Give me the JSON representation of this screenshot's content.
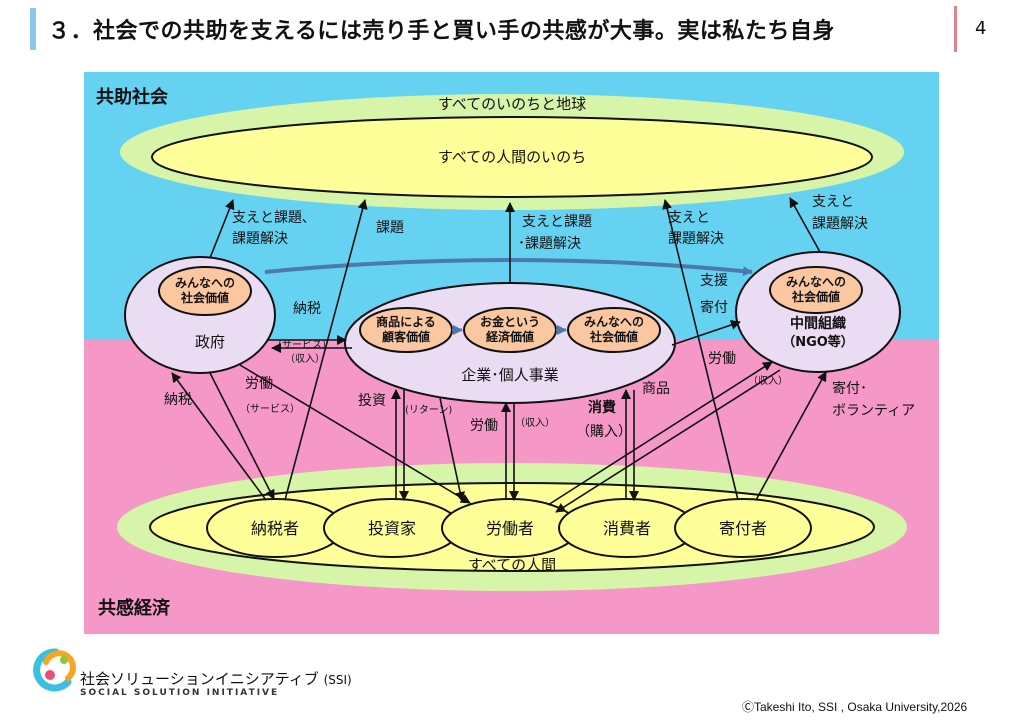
{
  "slide": {
    "title": "３．社会での共助を支えるには売り手と買い手の共感が大事。実は私たち自身",
    "page_number": "4"
  },
  "diagram": {
    "region_top_label": "共助社会",
    "region_bottom_label": "共感経済",
    "colors": {
      "top_region": "#66d2f2",
      "bottom_region": "#f598c8",
      "outer_ellipse": "#d6f5a8",
      "inner_ellipse": "#ffff99",
      "node_fill": "#eadcf2",
      "value_fill": "#fbc7a0"
    },
    "earth_label": "すべてのいのちと地球",
    "humanity_life_label": "すべての人間のいのち",
    "all_people_label": "すべての人間",
    "government": {
      "label": "政府",
      "value_line1": "みんなへの",
      "value_line2": "社会価値"
    },
    "enterprise": {
      "label": "企業･個人事業",
      "values": [
        {
          "line1": "商品による",
          "line2": "顧客価値"
        },
        {
          "line1": "お金という",
          "line2": "経済価値"
        },
        {
          "line1": "みんなへの",
          "line2": "社会価値"
        }
      ]
    },
    "ngo": {
      "label_line1": "中間組織",
      "label_line2": "（NGO等）",
      "value_line1": "みんなへの",
      "value_line2": "社会価値"
    },
    "people": [
      "納税者",
      "投資家",
      "労働者",
      "消費者",
      "寄付者"
    ],
    "labels": {
      "support_line1": "支えと課題､",
      "support_line2": "課題解決",
      "issue": "課題",
      "mid_support_line1": "支えと課題",
      "mid_support_line2": "･課題解決",
      "right_support_line1": "支えと",
      "right_support_line2": "課題解決",
      "far_support_line1": "支えと",
      "far_support_line2": "課題解決",
      "tax_top": "納税",
      "tax_left": "納税",
      "service_income_line1": "（サービス）",
      "service_income_line2": "（収入）",
      "labor_left": "労働",
      "service_left": "（サービス）",
      "investment": "投資",
      "return": "(リターン)",
      "labor_mid": "労働",
      "income_mid": "（収入）",
      "consumption": "消費",
      "purchase": "（購入）",
      "goods": "商品",
      "aid": "支援",
      "donation_top": "寄付",
      "labor_right": "労働",
      "income_right": "（収入）",
      "donation_volunteer_line1": "寄付･",
      "donation_volunteer_line2": "ボランティア"
    }
  },
  "footer": {
    "org_name": "社会ソリューションイニシアティブ",
    "org_abbr": "(SSI)",
    "org_english": "SOCIAL SOLUTION INITIATIVE",
    "copyright": "ⒸTakeshi Ito, SSI , Osaka University,2026"
  }
}
